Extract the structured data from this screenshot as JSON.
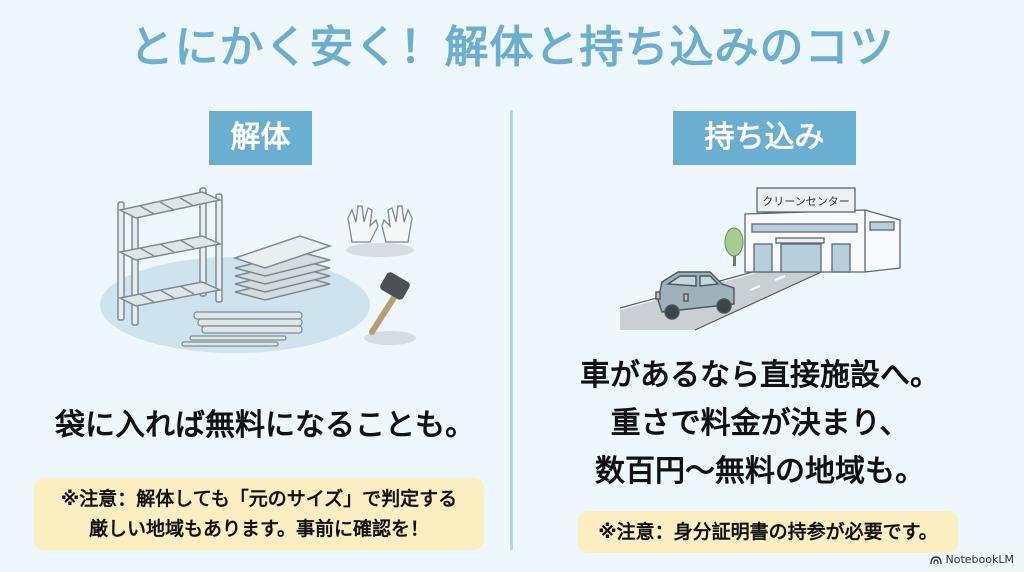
{
  "title": "とにかく安く！解体と持ち込みのコツ",
  "left_section": {
    "label": "解体",
    "illustration": "disassembled-metal-rack-with-gloves-and-mallet",
    "main_text": "袋に入れば無料になることも。",
    "note_lines": [
      "※注意：解体しても「元のサイズ」で判定する",
      "厳しい地域もあります。事前に確認を！"
    ]
  },
  "right_section": {
    "label": "持ち込み",
    "illustration": "car-driving-to-clean-center",
    "building_sign": "クリーンセンター",
    "main_text_lines": [
      "車があるなら直接施設へ。",
      "重さで料金が決まり、",
      "数百円〜無料の地域も。"
    ],
    "note": "※注意：身分証明書の持参が必要です。"
  },
  "watermark": "NotebookLM",
  "colors": {
    "background": "#eef7fb",
    "accent": "#6aaed1",
    "note_bg": "#fbeec0",
    "divider": "#b5d3e0",
    "text": "#111111"
  }
}
